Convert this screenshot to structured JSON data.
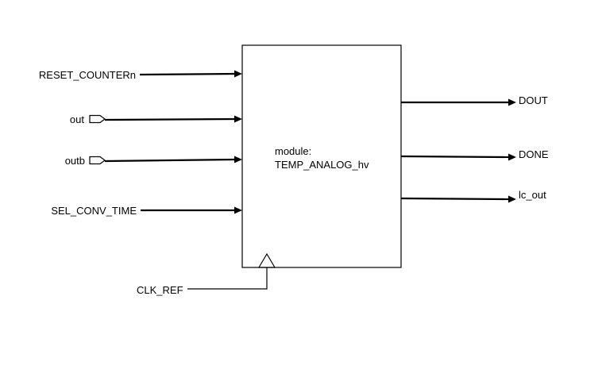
{
  "module": {
    "line1": "module:",
    "line2": "TEMP_ANALOG_hv"
  },
  "inputs": [
    {
      "label": "RESET_COUNTERn",
      "port_symbol": "none"
    },
    {
      "label": "out",
      "port_symbol": "input-pad-icon"
    },
    {
      "label": "outb",
      "port_symbol": "input-pad-icon"
    },
    {
      "label": "SEL_CONV_TIME",
      "port_symbol": "none"
    }
  ],
  "outputs": [
    {
      "label": "DOUT"
    },
    {
      "label": "DONE"
    },
    {
      "label": "lc_out"
    }
  ],
  "clock": {
    "label": "CLK_REF",
    "symbol": "clock-triangle-icon"
  },
  "colors": {
    "line": "#000000",
    "background": "#ffffff"
  }
}
